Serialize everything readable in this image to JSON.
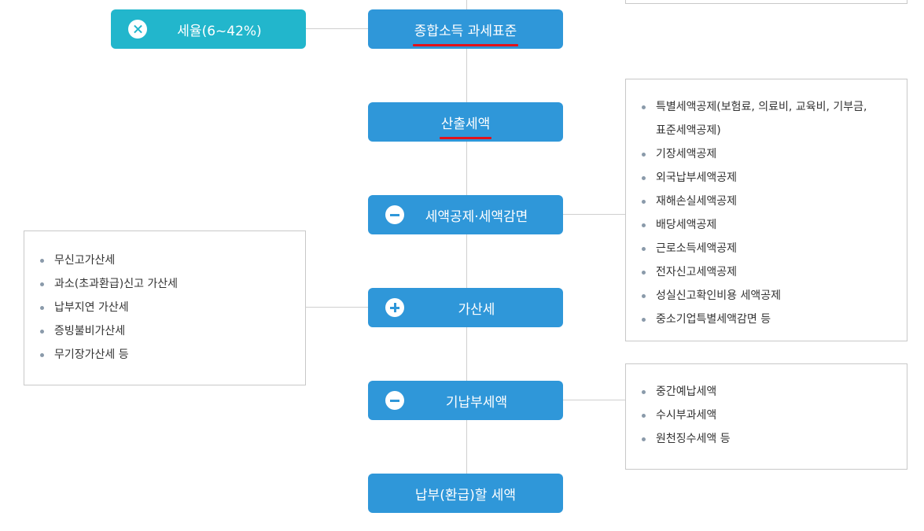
{
  "colors": {
    "node_blue": "#2f97d9",
    "node_teal": "#22b6cc",
    "underline_red": "#e3121b",
    "connector_gray": "#cfcfcf"
  },
  "nodes": {
    "tax_rate": {
      "label": "세율(6~42%)",
      "icon": "times-icon"
    },
    "tax_base": {
      "label": "종합소득 과세표준"
    },
    "calculated_tax": {
      "label": "산출세액"
    },
    "deduction": {
      "label": "세액공제·세액감면",
      "icon": "minus-icon"
    },
    "penalty": {
      "label": "가산세",
      "icon": "plus-icon"
    },
    "prepaid": {
      "label": "기납부세액",
      "icon": "minus-icon"
    },
    "payable": {
      "label": "납부(환급)할 세액"
    }
  },
  "boxes": {
    "deduction_items": [
      "특별세액공제(보험료, 의료비, 교육비, 기부금,",
      "기장세액공제",
      "외국납부세액공제",
      "재해손실세액공제",
      "배당세액공제",
      "근로소득세액공제",
      "전자신고세액공제",
      "성실신고확인비용 세액공제",
      "중소기업특별세액감면 등"
    ],
    "deduction_first_cont": "표준세액공제)",
    "penalty_items": [
      "무신고가산세",
      "과소(초과환급)신고 가산세",
      "납부지연 가산세",
      "증빙불비가산세",
      "무기장가산세 등"
    ],
    "prepaid_items": [
      "중간예납세액",
      "수시부과세액",
      "원천징수세액 등"
    ]
  }
}
